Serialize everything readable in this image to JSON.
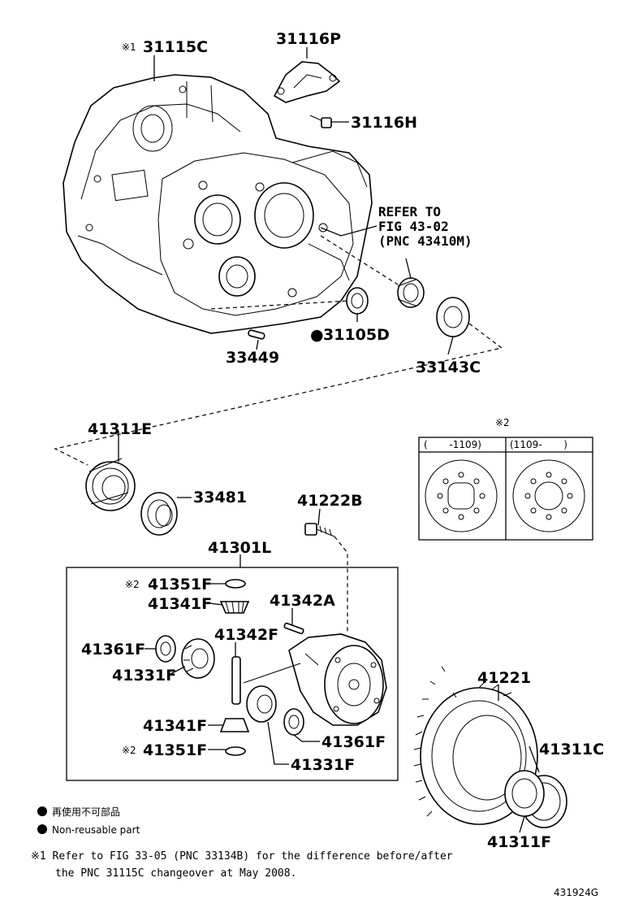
{
  "parts": {
    "p31115C": "31115C",
    "p31116P": "31116P",
    "p31116H": "31116H",
    "p31105D": "31105D",
    "p33449": "33449",
    "p33143C": "33143C",
    "p41311E": "41311E",
    "p33481": "33481",
    "p41222B": "41222B",
    "p41301L": "41301L",
    "p41351F_top": "41351F",
    "p41341F_top": "41341F",
    "p41342A": "41342A",
    "p41342F": "41342F",
    "p41361F_left": "41361F",
    "p41331F_left": "41331F",
    "p41341F_bottom": "41341F",
    "p41351F_bottom": "41351F",
    "p41361F_right": "41361F",
    "p41331F_right": "41331F",
    "p41221": "41221",
    "p41311C": "41311C",
    "p41311F": "41311F"
  },
  "marks": {
    "note1": "※1",
    "note2": "※2",
    "nonreuse_dot": "●"
  },
  "refer": {
    "line1": "REFER TO",
    "line2": "FIG 43-02",
    "line3": "(PNC 43410M)"
  },
  "inset": {
    "mark": "※2",
    "left_header": "(       -1109)",
    "right_header": "(1109-       )"
  },
  "legend": {
    "jp": "再使用不可部品",
    "en": "Non-reusable part"
  },
  "footnote": {
    "line1": "※1 Refer to FIG 33-05 (PNC 33134B) for the difference before/after",
    "line2": "the PNC 31115C changeover at May 2008."
  },
  "figure_id": "431924G"
}
